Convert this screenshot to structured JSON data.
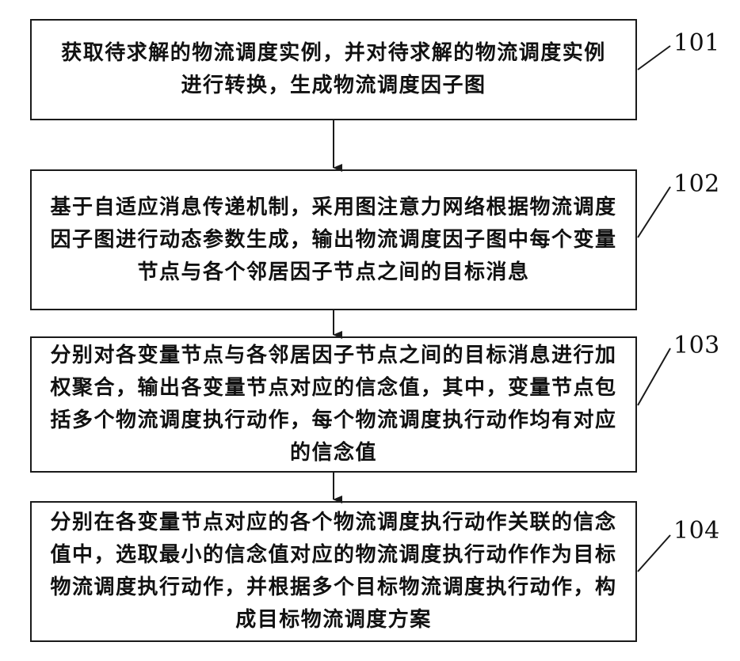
{
  "steps": [
    {
      "id": "101",
      "text": "获取待求解的物流调度实例，并对待求解的物流调度实例进行转换，生成物流调度因子图"
    },
    {
      "id": "102",
      "text": "基于自适应消息传递机制，采用图注意力网络根据物流调度因子图进行动态参数生成，输出物流调度因子图中每个变量节点与各个邻居因子节点之间的目标消息"
    },
    {
      "id": "103",
      "text": "分别对各变量节点与各邻居因子节点之间的目标消息进行加权聚合，输出各变量节点对应的信念值，其中，变量节点包括多个物流调度执行动作，每个物流调度执行动作均有对应的信念值"
    },
    {
      "id": "104",
      "text": "分别在各变量节点对应的各个物流调度执行动作关联的信念值中，选取最小的信念值对应的物流调度执行动作作为目标物流调度执行动作，并根据多个目标物流调度执行动作，构成目标物流调度方案"
    }
  ]
}
